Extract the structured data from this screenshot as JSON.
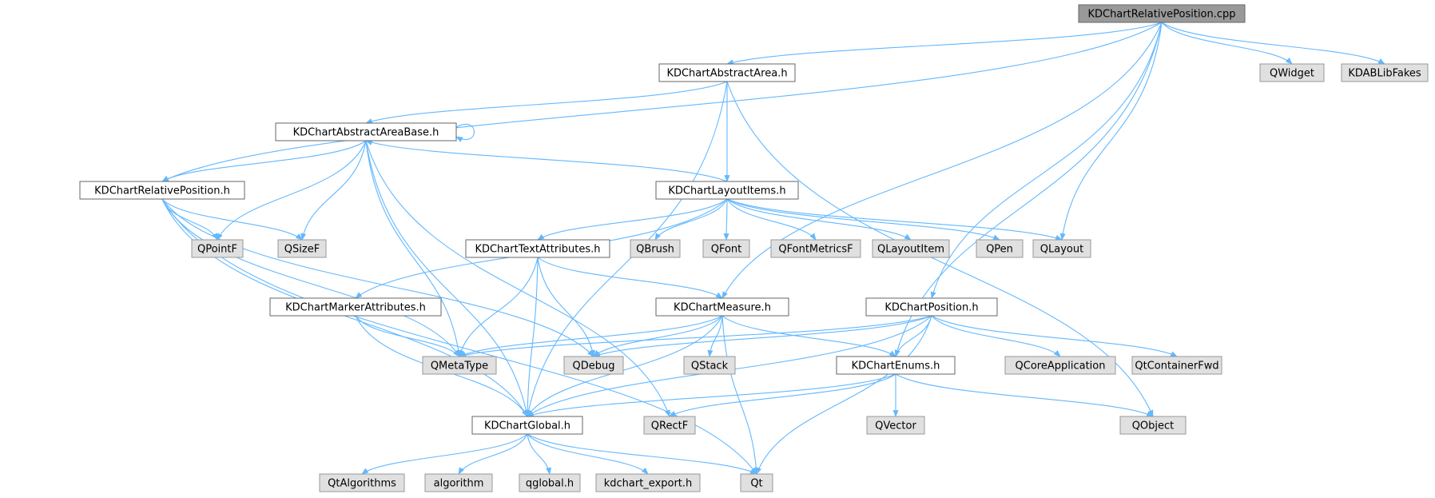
{
  "colors": {
    "edge": "#63b8ff",
    "root_fill": "#999999",
    "root_stroke": "#666666",
    "header_fill": "#ffffff",
    "header_stroke": "#666666",
    "external_fill": "#e0e0e0",
    "external_stroke": "#999999"
  },
  "nodes": [
    {
      "id": "rootcpp",
      "label": "KDChartRelativePosition.cpp",
      "kind": "root"
    },
    {
      "id": "abstractarea",
      "label": "KDChartAbstractArea.h",
      "kind": "header"
    },
    {
      "id": "qwidget",
      "label": "QWidget",
      "kind": "external"
    },
    {
      "id": "kdablibfakes",
      "label": "KDABLibFakes",
      "kind": "external"
    },
    {
      "id": "abstractareabase",
      "label": "KDChartAbstractAreaBase.h",
      "kind": "header"
    },
    {
      "id": "relpos",
      "label": "KDChartRelativePosition.h",
      "kind": "header"
    },
    {
      "id": "layoutitems",
      "label": "KDChartLayoutItems.h",
      "kind": "header"
    },
    {
      "id": "qpointf",
      "label": "QPointF",
      "kind": "external"
    },
    {
      "id": "qsizef",
      "label": "QSizeF",
      "kind": "external"
    },
    {
      "id": "textattr",
      "label": "KDChartTextAttributes.h",
      "kind": "header"
    },
    {
      "id": "qbrush",
      "label": "QBrush",
      "kind": "external"
    },
    {
      "id": "qfont",
      "label": "QFont",
      "kind": "external"
    },
    {
      "id": "qfontmetricsf",
      "label": "QFontMetricsF",
      "kind": "external"
    },
    {
      "id": "qlayoutitem",
      "label": "QLayoutItem",
      "kind": "external"
    },
    {
      "id": "qpen",
      "label": "QPen",
      "kind": "external"
    },
    {
      "id": "qlayout",
      "label": "QLayout",
      "kind": "external"
    },
    {
      "id": "markerattr",
      "label": "KDChartMarkerAttributes.h",
      "kind": "header"
    },
    {
      "id": "measure",
      "label": "KDChartMeasure.h",
      "kind": "header"
    },
    {
      "id": "position",
      "label": "KDChartPosition.h",
      "kind": "header"
    },
    {
      "id": "qmetatype",
      "label": "QMetaType",
      "kind": "external"
    },
    {
      "id": "qdebug",
      "label": "QDebug",
      "kind": "external"
    },
    {
      "id": "qstack",
      "label": "QStack",
      "kind": "external"
    },
    {
      "id": "enums",
      "label": "KDChartEnums.h",
      "kind": "header"
    },
    {
      "id": "qcoreapp",
      "label": "QCoreApplication",
      "kind": "external"
    },
    {
      "id": "qtcontainerfwd",
      "label": "QtContainerFwd",
      "kind": "external"
    },
    {
      "id": "global",
      "label": "KDChartGlobal.h",
      "kind": "header"
    },
    {
      "id": "qrectf",
      "label": "QRectF",
      "kind": "external"
    },
    {
      "id": "qvector",
      "label": "QVector",
      "kind": "external"
    },
    {
      "id": "qobject",
      "label": "QObject",
      "kind": "external"
    },
    {
      "id": "qtalgorithms",
      "label": "QtAlgorithms",
      "kind": "external"
    },
    {
      "id": "algorithm",
      "label": "algorithm",
      "kind": "external"
    },
    {
      "id": "qglobal",
      "label": "qglobal.h",
      "kind": "external"
    },
    {
      "id": "kdchartexport",
      "label": "kdchart_export.h",
      "kind": "external"
    },
    {
      "id": "qt",
      "label": "Qt",
      "kind": "external"
    }
  ],
  "edges": [
    [
      "rootcpp",
      "abstractarea"
    ],
    [
      "rootcpp",
      "qwidget"
    ],
    [
      "rootcpp",
      "kdablibfakes"
    ],
    [
      "rootcpp",
      "relpos"
    ],
    [
      "rootcpp",
      "qlayout"
    ],
    [
      "rootcpp",
      "measure"
    ],
    [
      "rootcpp",
      "position"
    ],
    [
      "rootcpp",
      "enums"
    ],
    [
      "abstractarea",
      "abstractareabase"
    ],
    [
      "abstractarea",
      "layoutitems"
    ],
    [
      "abstractarea",
      "global"
    ],
    [
      "abstractarea",
      "qobject"
    ],
    [
      "abstractareabase",
      "abstractareabase"
    ],
    [
      "abstractareabase",
      "relpos"
    ],
    [
      "abstractareabase",
      "qpointf"
    ],
    [
      "abstractareabase",
      "qsizef"
    ],
    [
      "abstractareabase",
      "global"
    ],
    [
      "abstractareabase",
      "qrectf"
    ],
    [
      "abstractareabase",
      "qmetatype"
    ],
    [
      "layoutitems",
      "abstractareabase"
    ],
    [
      "layoutitems",
      "textattr"
    ],
    [
      "layoutitems",
      "qbrush"
    ],
    [
      "layoutitems",
      "qfont"
    ],
    [
      "layoutitems",
      "qfontmetricsf"
    ],
    [
      "layoutitems",
      "qlayoutitem"
    ],
    [
      "layoutitems",
      "qpen"
    ],
    [
      "layoutitems",
      "qlayout"
    ],
    [
      "layoutitems",
      "markerattr"
    ],
    [
      "relpos",
      "qpointf"
    ],
    [
      "relpos",
      "qsizef"
    ],
    [
      "relpos",
      "global"
    ],
    [
      "relpos",
      "qdebug"
    ],
    [
      "relpos",
      "qt"
    ],
    [
      "relpos",
      "qmetatype"
    ],
    [
      "textattr",
      "measure"
    ],
    [
      "textattr",
      "qdebug"
    ],
    [
      "textattr",
      "qmetatype"
    ],
    [
      "textattr",
      "global"
    ],
    [
      "markerattr",
      "qmetatype"
    ],
    [
      "markerattr",
      "global"
    ],
    [
      "measure",
      "qdebug"
    ],
    [
      "measure",
      "qstack"
    ],
    [
      "measure",
      "enums"
    ],
    [
      "measure",
      "global"
    ],
    [
      "measure",
      "qt"
    ],
    [
      "measure",
      "qmetatype"
    ],
    [
      "position",
      "enums"
    ],
    [
      "position",
      "qmetatype"
    ],
    [
      "position",
      "qdebug"
    ],
    [
      "position",
      "qcoreapp"
    ],
    [
      "position",
      "qtcontainerfwd"
    ],
    [
      "position",
      "global"
    ],
    [
      "position",
      "qt"
    ],
    [
      "enums",
      "global"
    ],
    [
      "enums",
      "qrectf"
    ],
    [
      "enums",
      "qvector"
    ],
    [
      "enums",
      "qobject"
    ],
    [
      "global",
      "qtalgorithms"
    ],
    [
      "global",
      "algorithm"
    ],
    [
      "global",
      "qglobal"
    ],
    [
      "global",
      "kdchartexport"
    ],
    [
      "global",
      "qt"
    ]
  ]
}
